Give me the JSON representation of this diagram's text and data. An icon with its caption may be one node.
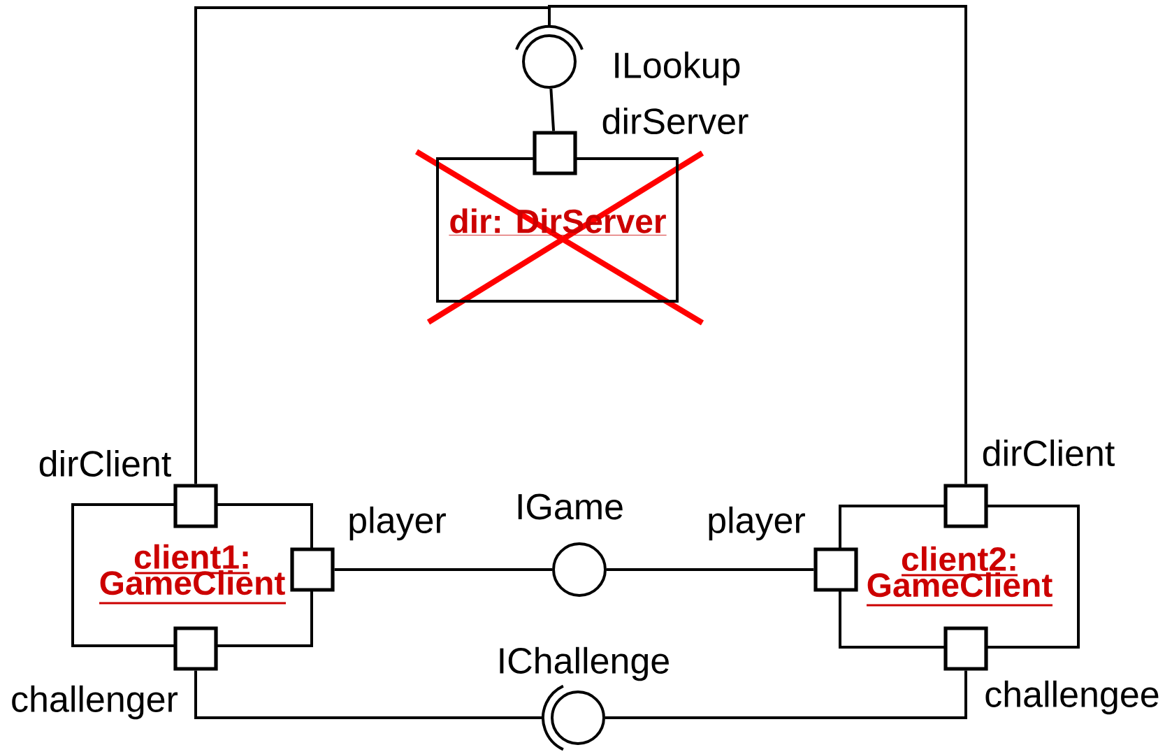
{
  "diagram": {
    "nodes": [
      {
        "text": [
          "ILookup"
        ]
      },
      {
        "text": [],
        "shape": "box",
        "beside": [
          "dirServer"
        ]
      },
      {
        "text": [
          "dir: DirServer"
        ]
      },
      {
        "text": [],
        "shape": "box",
        "beside": [
          "dirClient"
        ]
      },
      {
        "text": [
          "client1: GameClient"
        ]
      },
      {
        "text": [],
        "shape": "box",
        "beside": [
          "player"
        ]
      },
      {
        "text": [
          "IGame"
        ]
      },
      {
        "text": [],
        "shape": "box",
        "beside": [
          "player"
        ]
      },
      {
        "text": [],
        "shape": "box",
        "beside": [
          "dirClient"
        ]
      },
      {
        "text": [
          "client2: GameClient"
        ]
      },
      {
        "text": [],
        "shape": "box",
        "beside": [
          "challenger"
        ]
      },
      {
        "text": [
          "IChallenge"
        ]
      },
      {
        "text": [],
        "shape": "box",
        "beside": [
          "challengee"
        ]
      }
    ],
    "edges": [
      {
        "from": 1,
        "to": 0,
        "arrow": "none"
      },
      {
        "from": 3,
        "to": 0,
        "arrow": "none"
      },
      {
        "from": 8,
        "to": 0,
        "arrow": "none"
      },
      {
        "from": 5,
        "to": 6,
        "arrow": "none"
      },
      {
        "from": 6,
        "to": 7,
        "arrow": "none"
      },
      {
        "from": 10,
        "to": 11,
        "arrow": "none"
      },
      {
        "from": 12,
        "to": 11,
        "arrow": "none"
      }
    ]
  }
}
